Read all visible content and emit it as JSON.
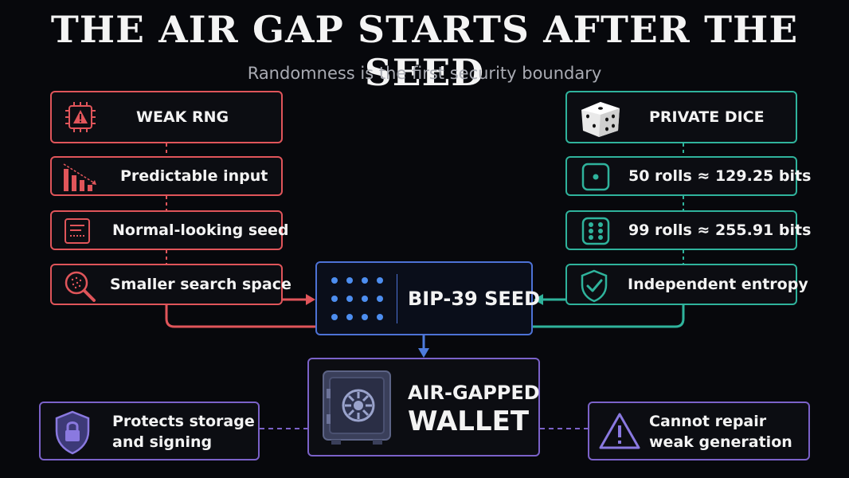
{
  "title": "THE AIR GAP STARTS AFTER THE SEED",
  "subtitle": "Randomness is the first security boundary",
  "left": {
    "header": "WEAK RNG",
    "items": [
      "Predictable input",
      "Normal-looking seed",
      "Smaller search space"
    ]
  },
  "right": {
    "header": "PRIVATE DICE",
    "items": [
      "50 rolls ≈ 129.25 bits",
      "99 rolls ≈ 255.91 bits",
      "Independent entropy"
    ]
  },
  "seed": {
    "label": "BIP-39 SEED"
  },
  "wallet": {
    "line1": "AIR-GAPPED",
    "line2": "WALLET"
  },
  "bottom_left": {
    "line1": "Protects storage",
    "line2": "and signing"
  },
  "bottom_right": {
    "line1": "Cannot repair",
    "line2": "weak generation"
  },
  "colors": {
    "red": "#e0555a",
    "teal": "#2fb39c",
    "blue": "#4d72d6",
    "purple": "#7b62c9"
  }
}
